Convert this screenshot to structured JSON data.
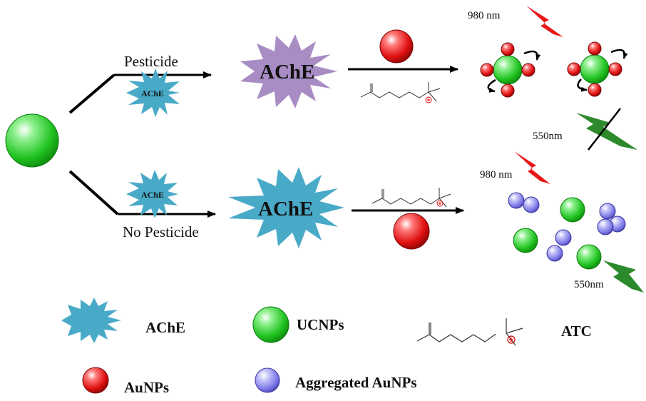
{
  "labels": {
    "pesticide": "Pesticide",
    "no_pesticide": "No Pesticide",
    "ache_small": "AChE",
    "ache_large": "AChE",
    "nm980": "980 nm",
    "nm550": "550nm"
  },
  "legend": {
    "ache": "AChE",
    "ucnps": "UCNPs",
    "atc": "ATC",
    "aunps": "AuNPs",
    "aggregated": "Aggregated AuNPs"
  },
  "colors": {
    "green_sphere": "#22c422",
    "red_sphere": "#e01010",
    "blue_sphere": "#7c78e8",
    "ache_blue": "#49aac8",
    "ache_purple": "#a88cc4",
    "laser_red": "#e81818",
    "laser_green": "#2c8a2c"
  }
}
